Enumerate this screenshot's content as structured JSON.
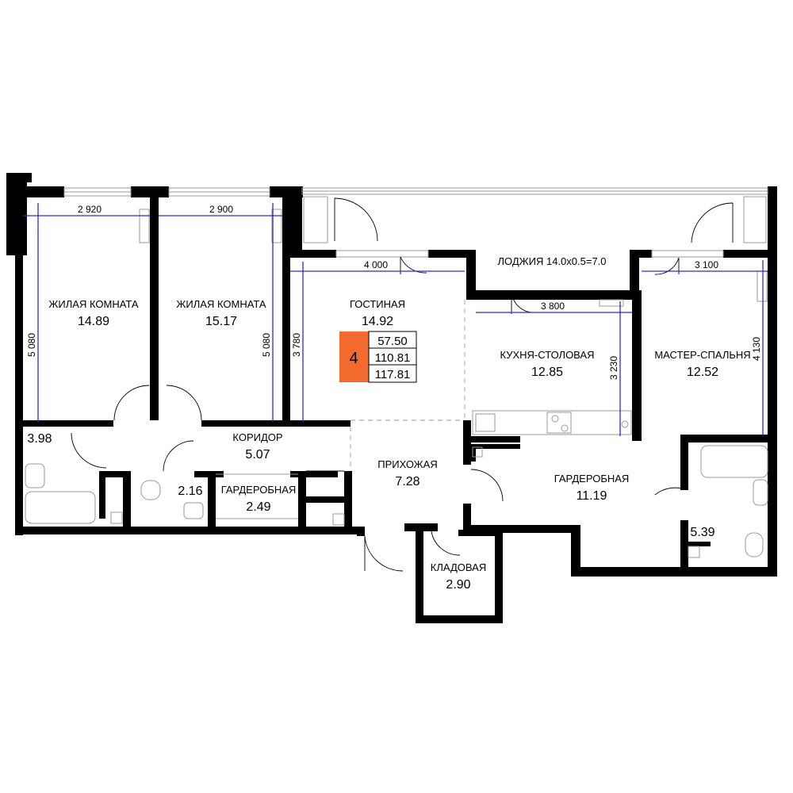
{
  "rooms": {
    "living_left": {
      "name": "ЖИЛАЯ КОМНАТА",
      "area": "14.89"
    },
    "living_mid": {
      "name": "ЖИЛАЯ КОМНАТА",
      "area": "15.17"
    },
    "lounge": {
      "name": "ГОСТИНАЯ",
      "area": "14.92"
    },
    "loggia": {
      "name": "ЛОДЖИЯ 14.0x0.5=7.0"
    },
    "kitchen": {
      "name": "КУХНЯ-СТОЛОВАЯ",
      "area": "12.85"
    },
    "master": {
      "name": "МАСТЕР-СПАЛЬНЯ",
      "area": "12.52"
    },
    "corridor": {
      "name": "КОРИДОР",
      "area": "5.07"
    },
    "hall": {
      "name": "ПРИХОЖАЯ",
      "area": "7.28"
    },
    "wardrobe_small": {
      "name": "ГАРДЕРОБНАЯ",
      "area": "2.49"
    },
    "wardrobe_big": {
      "name": "ГАРДЕРОБНАЯ",
      "area": "11.19"
    },
    "storage": {
      "name": "КЛАДОВАЯ",
      "area": "2.90"
    },
    "bath_left": {
      "area": "3.98"
    },
    "wc": {
      "area": "2.16"
    },
    "bath_right": {
      "area": "5.39"
    }
  },
  "dimensions": {
    "w_room1": "2 920",
    "w_room2": "2 900",
    "w_lounge": "4 000",
    "w_kitchen": "3 800",
    "w_master": "3 100",
    "h_room1": "5 080",
    "h_room2": "5 080",
    "h_lounge": "3 780",
    "h_kitchen": "3 230",
    "h_master": "4 130"
  },
  "apartment": {
    "rooms_count": "4",
    "living_area": "57.50",
    "total_area": "110.81",
    "total_with_loggia": "117.81"
  },
  "colors": {
    "wall": "#000000",
    "dimension_line": "#2a2ad8",
    "badge": "#f26a2e"
  }
}
